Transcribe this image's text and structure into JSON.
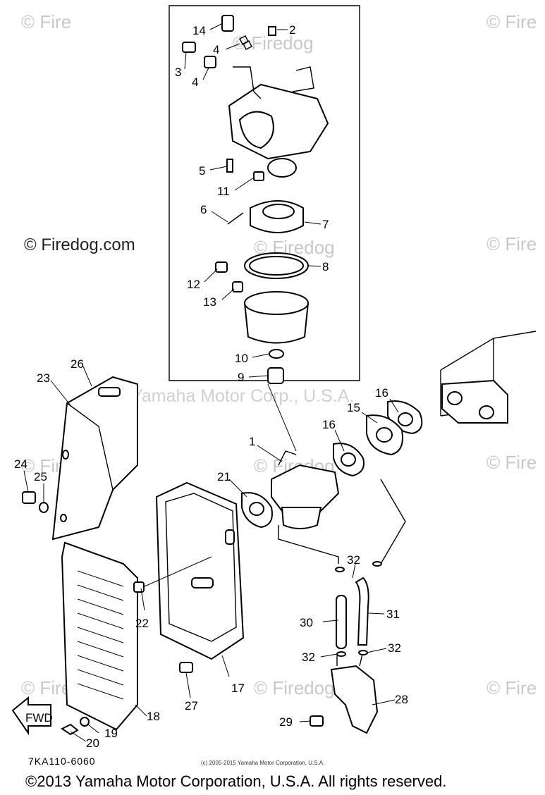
{
  "watermarks": {
    "brand": "Firedog.com",
    "brand_main": "© Firedog.com",
    "brand_short": "© Fire",
    "brand_mid": "© Firedog",
    "center": "Yamaha Motor Corp., U.S.A."
  },
  "labels": [
    "14",
    "2",
    "4",
    "3",
    "4",
    "5",
    "11",
    "6",
    "7",
    "8",
    "12",
    "13",
    "10",
    "9",
    "26",
    "23",
    "16",
    "15",
    "16",
    "1",
    "21",
    "24",
    "25",
    "22",
    "32",
    "30",
    "31",
    "32",
    "32",
    "17",
    "18",
    "27",
    "28",
    "29",
    "19",
    "20"
  ],
  "fwd_label": "FWD",
  "diagram_code": "7KA110-6060",
  "small_copyright": "(c) 2005-2015 Yamaha Motor Corporation, U.S.A.",
  "copyright": "©2013 Yamaha Motor Corporation, U.S.A. All rights reserved."
}
